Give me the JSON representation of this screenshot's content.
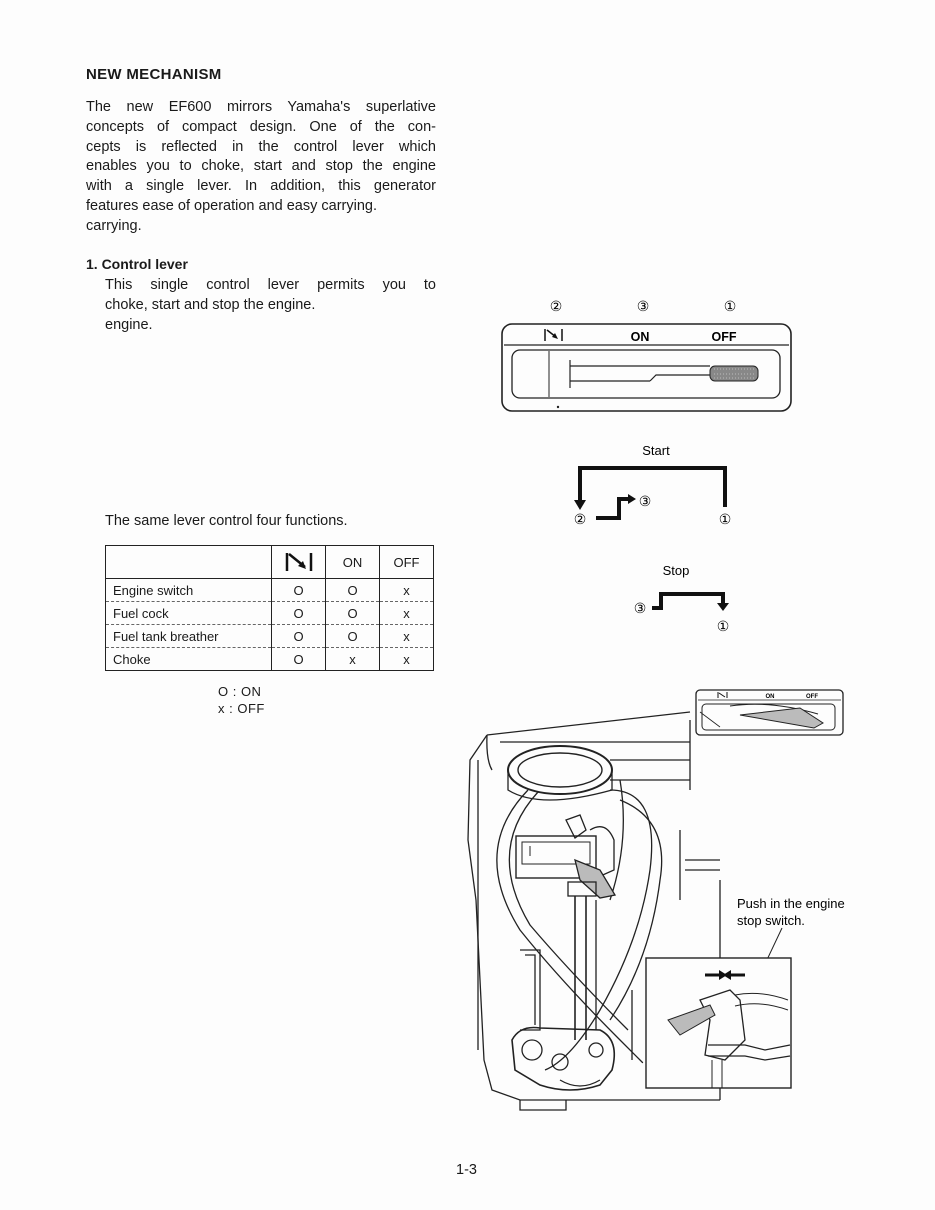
{
  "heading": "NEW MECHANISM",
  "intro_lines": [
    "The new EF600 mirrors Yamaha's superlative",
    "concepts of compact design. One of the con-",
    "cepts is reflected in the control lever which",
    "enables you to choke, start and stop the engine",
    "with a single lever. In addition, this generator",
    "features ease of operation and easy carrying.",
    "carrying."
  ],
  "section": {
    "title": "1. Control lever",
    "lines": [
      "This single control lever permits you to",
      "choke, start and stop the engine.",
      "engine."
    ]
  },
  "table_intro": "The same lever control four functions.",
  "table": {
    "columns": [
      "ON",
      "OFF"
    ],
    "rows": [
      {
        "label": "Engine switch",
        "values": [
          "O",
          "O",
          "x"
        ]
      },
      {
        "label": "Fuel cock",
        "values": [
          "O",
          "O",
          "x"
        ]
      },
      {
        "label": "Fuel tank breather",
        "values": [
          "O",
          "O",
          "x"
        ]
      },
      {
        "label": "Choke",
        "values": [
          "O",
          "x",
          "x"
        ]
      }
    ]
  },
  "legend": [
    "O : ON",
    "x : OFF"
  ],
  "lever_diagram": {
    "numbers": [
      "②",
      "③",
      "①"
    ],
    "labels": [
      "ON",
      "OFF"
    ]
  },
  "start_diagram": {
    "label": "Start",
    "numbers": [
      "②",
      "③",
      "①"
    ]
  },
  "stop_diagram": {
    "label": "Stop",
    "numbers": [
      "③",
      "①"
    ]
  },
  "small_panel_labels": [
    "ON",
    "OFF"
  ],
  "callout": [
    "Push in the engine",
    "stop switch."
  ],
  "page_number": "1-3"
}
